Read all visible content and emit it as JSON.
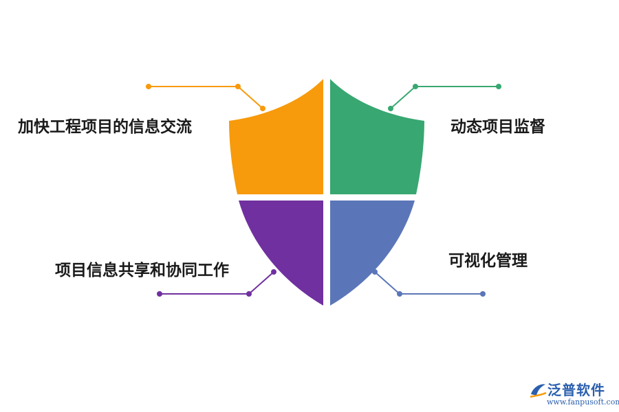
{
  "quadrants": [
    {
      "id": "top-left",
      "label": "加快工程项目的信息交流",
      "color": "#F79A0B"
    },
    {
      "id": "top-right",
      "label": "动态项目监督",
      "color": "#38A771"
    },
    {
      "id": "bottom-left",
      "label": "项目信息共享和协同工作",
      "color": "#7030A0"
    },
    {
      "id": "bottom-right",
      "label": "可视化管理",
      "color": "#5B76B8"
    }
  ],
  "logo": {
    "name": "泛普软件",
    "url": "www.fanpusoft.com",
    "color": "#2B5FAE"
  }
}
